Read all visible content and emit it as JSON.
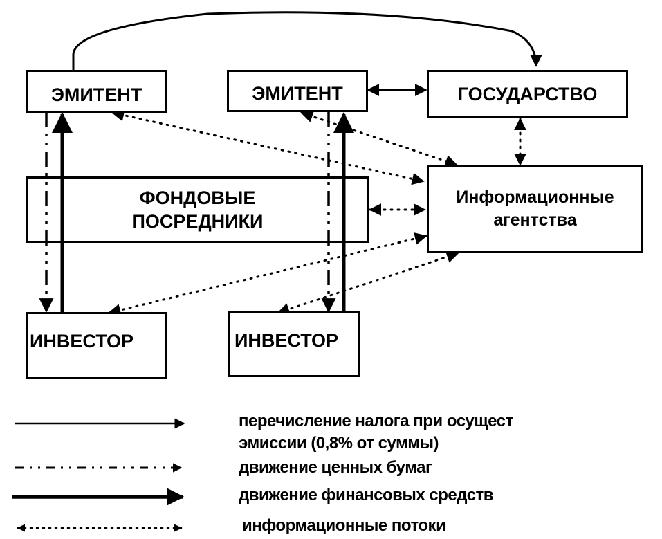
{
  "diagram": {
    "nodes": {
      "emitent_1": "ЭМИТЕНТ",
      "emitent_2": "ЭМИТЕНТ",
      "state": "ГОСУДАРСТВО",
      "intermediaries_line1": "ФОНДОВЫЕ",
      "intermediaries_line2": "ПОСРЕДНИКИ",
      "info_agencies_line1": "Информационные",
      "info_agencies_line2": "агентства",
      "investor_1": "ИНВЕСТОР",
      "investor_2": "ИНВЕСТОР"
    },
    "edges": [
      {
        "from": "emitent_1",
        "to": "state",
        "type": "tax"
      },
      {
        "from": "emitent_2",
        "to": "state",
        "type": "tax",
        "bidirectional": true
      },
      {
        "from": "emitent_1",
        "to": "investor_1",
        "type": "securities"
      },
      {
        "from": "investor_1",
        "to": "emitent_1",
        "type": "funds"
      },
      {
        "from": "emitent_2",
        "to": "investor_2",
        "type": "securities"
      },
      {
        "from": "investor_2",
        "to": "emitent_2",
        "type": "funds"
      },
      {
        "from": "info_agencies",
        "to": "emitent_1",
        "type": "info",
        "bidirectional": true
      },
      {
        "from": "info_agencies",
        "to": "emitent_2",
        "type": "info",
        "bidirectional": true
      },
      {
        "from": "info_agencies",
        "to": "state",
        "type": "info",
        "bidirectional": true
      },
      {
        "from": "info_agencies",
        "to": "intermediaries",
        "type": "info",
        "bidirectional": true
      },
      {
        "from": "info_agencies",
        "to": "investor_1",
        "type": "info",
        "bidirectional": true
      },
      {
        "from": "info_agencies",
        "to": "investor_2",
        "type": "info",
        "bidirectional": true
      }
    ]
  },
  "legend": {
    "items": [
      {
        "type": "tax",
        "line1": "перечисление налога при осущест",
        "line2": "эмиссии (0,8% от суммы)"
      },
      {
        "type": "securities",
        "line1": "движение ценных бумаг"
      },
      {
        "type": "funds",
        "line1": "движение финансовых средств"
      },
      {
        "type": "info",
        "line1": "информационные потоки"
      }
    ]
  },
  "colors": {
    "ink": "#000000",
    "paper": "#ffffff"
  }
}
